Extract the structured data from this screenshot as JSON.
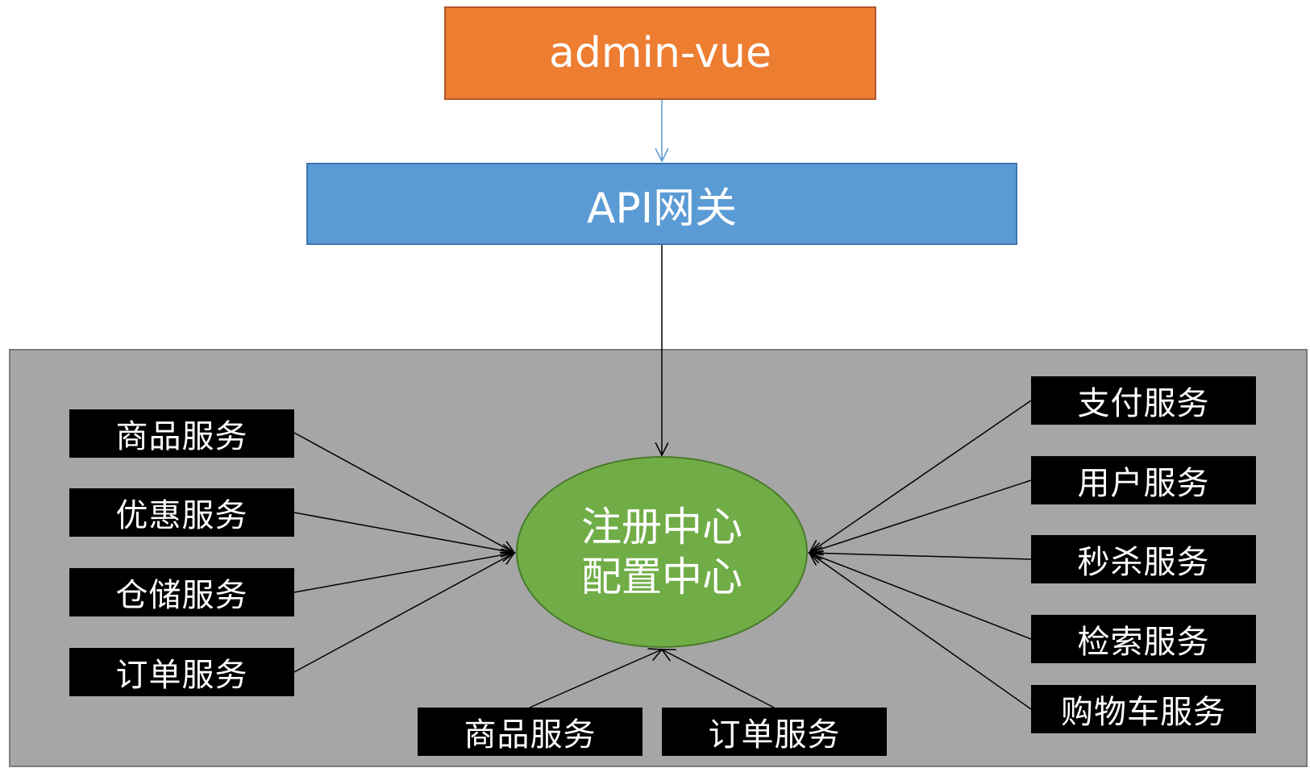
{
  "colors": {
    "client": "#ed7d31",
    "gateway": "#5b9bd5",
    "cluster": "#a6a6a6",
    "center": "#70ad47",
    "service": "#000000",
    "line_top": "#5b9bd5",
    "line": "#000000"
  },
  "client": {
    "label": "admin-vue"
  },
  "gateway": {
    "label": "API网关"
  },
  "center": {
    "line1": "注册中心",
    "line2": "配置中心"
  },
  "services": {
    "left": [
      "商品服务",
      "优惠服务",
      "仓储服务",
      "订单服务"
    ],
    "right": [
      "支付服务",
      "用户服务",
      "秒杀服务",
      "检索服务",
      "购物车服务"
    ],
    "bottom": [
      "商品服务",
      "订单服务"
    ]
  }
}
